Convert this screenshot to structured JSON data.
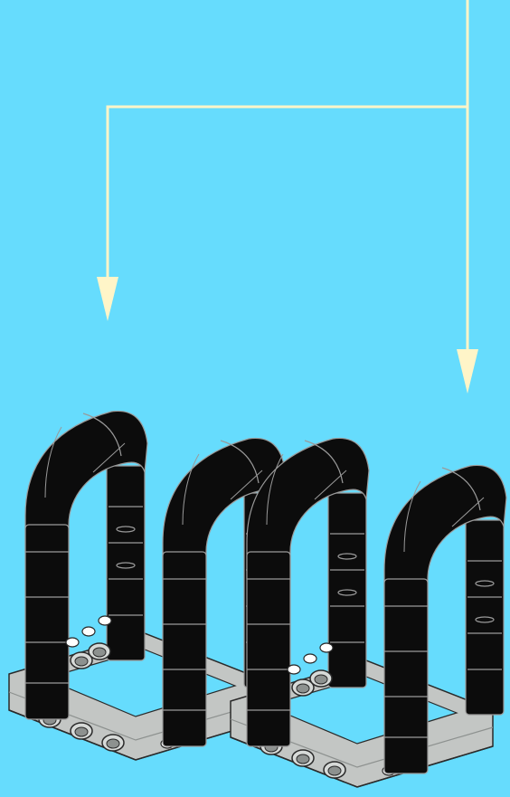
{
  "colors": {
    "background": "#66dcfd",
    "callout_line": "#fff5c8",
    "arch_black": "#0c0c0c",
    "arch_edge": "#9a9a9a",
    "frame_gray": "#c3c6c4",
    "frame_dark": "#8d918f",
    "frame_outline": "#2a2a2a"
  },
  "diagram": {
    "description_text": "",
    "callout_count": 2,
    "assembly": {
      "modules": 2,
      "arches_per_module": 2,
      "frame_part": "gray-square-frame",
      "arch_part": "black-curved-beam"
    }
  }
}
